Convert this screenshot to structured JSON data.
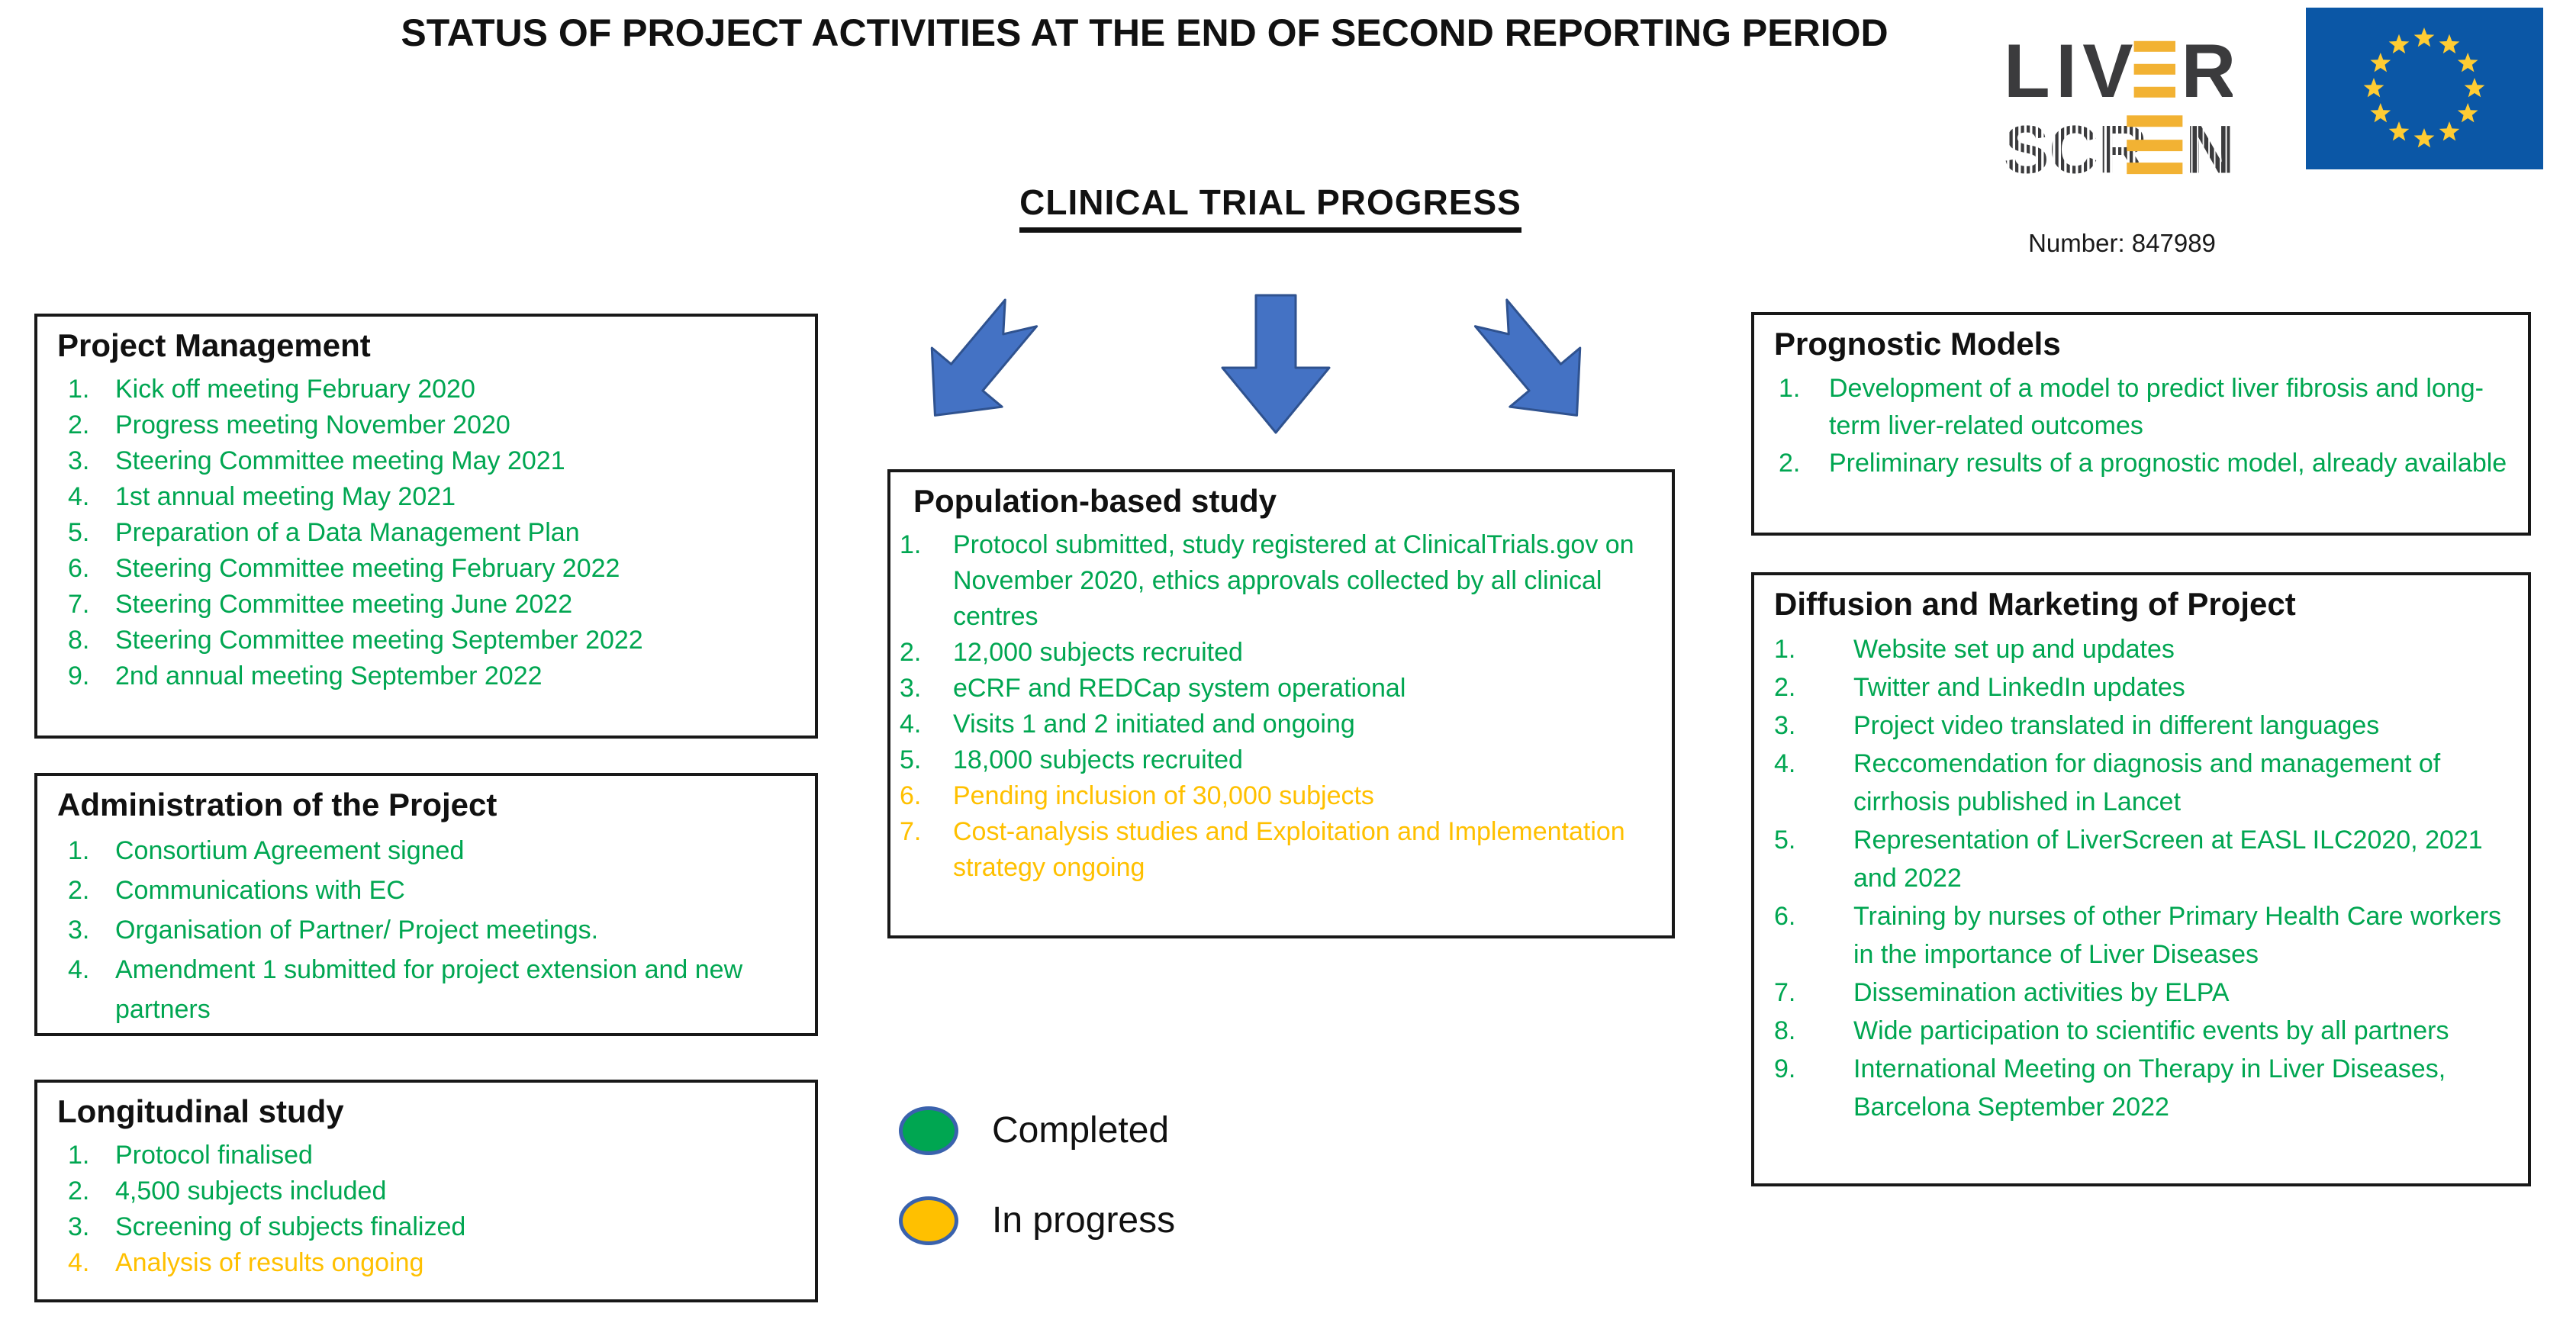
{
  "page_title": "STATUS OF PROJECT ACTIVITIES AT THE END OF SECOND REPORTING PERIOD",
  "section_title": "CLINICAL TRIAL PROGRESS",
  "branding": {
    "logo_name": "LIVERSCREEN",
    "logo_row1_left": "LIV",
    "logo_row1_right": "R",
    "logo_row2_left": "SCR",
    "logo_row2_right": "N",
    "grant_number": "Number: 847989"
  },
  "legend": {
    "completed_label": "Completed",
    "in_progress_label": "In progress"
  },
  "colors": {
    "completed": "#00A651",
    "in_progress": "#FFC000",
    "arrow": "#4472C4",
    "arrow_border": "#2F528F",
    "eublue": "#0B57A6",
    "eustar": "#FFCC33",
    "logodark": "#3B3B3D",
    "logogold": "#F2B233",
    "ring": "#3A62AD"
  },
  "boxes": {
    "project_management": {
      "title": "Project Management",
      "items": [
        {
          "num": "1.",
          "text": "Kick off meeting February 2020",
          "status": "completed"
        },
        {
          "num": "2.",
          "text": "Progress meeting  November 2020",
          "status": "completed"
        },
        {
          "num": "3.",
          "text": "Steering Committee meeting May 2021",
          "status": "completed"
        },
        {
          "num": "4.",
          "text": "1st annual meeting May 2021",
          "status": "completed"
        },
        {
          "num": "5.",
          "text": "Preparation of a Data Management Plan",
          "status": "completed"
        },
        {
          "num": "6.",
          "text": "Steering Committee meeting February 2022",
          "status": "completed"
        },
        {
          "num": "7.",
          "text": "Steering Committee meeting June 2022",
          "status": "completed"
        },
        {
          "num": "8.",
          "text": "Steering Committee meeting September 2022",
          "status": "completed"
        },
        {
          "num": "9.",
          "text": "2nd annual meeting September 2022",
          "status": "completed"
        }
      ]
    },
    "administration": {
      "title": "Administration of the Project",
      "items": [
        {
          "num": "1.",
          "text": "Consortium Agreement signed",
          "status": "completed"
        },
        {
          "num": "2.",
          "text": "Communications with EC",
          "status": "completed"
        },
        {
          "num": "3.",
          "text": "Organisation of Partner/ Project meetings.",
          "status": "completed"
        },
        {
          "num": "4.",
          "text": "Amendment 1 submitted for project extension and new partners",
          "status": "completed"
        }
      ]
    },
    "longitudinal": {
      "title": "Longitudinal study",
      "items": [
        {
          "num": "1.",
          "text": "Protocol finalised",
          "status": "completed"
        },
        {
          "num": "2.",
          "text": "4,500 subjects included",
          "status": "completed"
        },
        {
          "num": "3.",
          "text": "Screening of subjects  finalized",
          "status": "completed"
        },
        {
          "num": "4.",
          "text": "Analysis of results ongoing",
          "status": "in_progress"
        }
      ]
    },
    "population": {
      "title": "Population-based study",
      "items": [
        {
          "num": "1.",
          "text": "Protocol submitted, study registered at ClinicalTrials.gov on November 2020, ethics approvals collected by all clinical centres",
          "status": "completed"
        },
        {
          "num": "2.",
          "text": "12,000 subjects recruited",
          "status": "completed"
        },
        {
          "num": "3.",
          "text": "eCRF and REDCap system operational",
          "status": "completed"
        },
        {
          "num": "4.",
          "text": "Visits 1 and 2 initiated and ongoing",
          "status": "completed"
        },
        {
          "num": "5.",
          "text": "18,000 subjects recruited",
          "status": "completed"
        },
        {
          "num": "6.",
          "text": "Pending inclusion of 30,000 subjects",
          "status": "in_progress"
        },
        {
          "num": "7.",
          "text": "Cost-analysis studies and Exploitation and Implementation strategy ongoing",
          "status": "in_progress"
        }
      ]
    },
    "prognostic": {
      "title": "Prognostic Models",
      "items": [
        {
          "num": "1.",
          "text": "Development of a model to predict liver fibrosis and long-term liver-related outcomes",
          "status": "completed"
        },
        {
          "num": "2.",
          "text": "Preliminary results of a prognostic model, already available",
          "status": "completed"
        }
      ]
    },
    "diffusion": {
      "title": "Diffusion and Marketing of Project",
      "items": [
        {
          "num": "1.",
          "text": "Website set up and updates",
          "status": "completed"
        },
        {
          "num": "2.",
          "text": "Twitter and LinkedIn updates",
          "status": "completed"
        },
        {
          "num": "3.",
          "text": "Project video translated in different languages",
          "status": "completed"
        },
        {
          "num": "4.",
          "text": "Reccomendation for diagnosis and management of cirrhosis published in Lancet",
          "status": "completed"
        },
        {
          "num": "5.",
          "text": "Representation of LiverScreen at EASL ILC2020, 2021 and 2022",
          "status": "completed"
        },
        {
          "num": "6.",
          "text": "Training by nurses of other Primary Health Care  workers in the importance of Liver Diseases",
          "status": "completed"
        },
        {
          "num": "7.",
          "text": "Dissemination activities by ELPA",
          "status": "completed"
        },
        {
          "num": "8.",
          "text": "Wide participation to scientific events by all partners",
          "status": "completed"
        },
        {
          "num": "9.",
          "text": "International Meeting on Therapy in Liver Diseases, Barcelona September 2022",
          "status": "completed"
        }
      ]
    }
  }
}
